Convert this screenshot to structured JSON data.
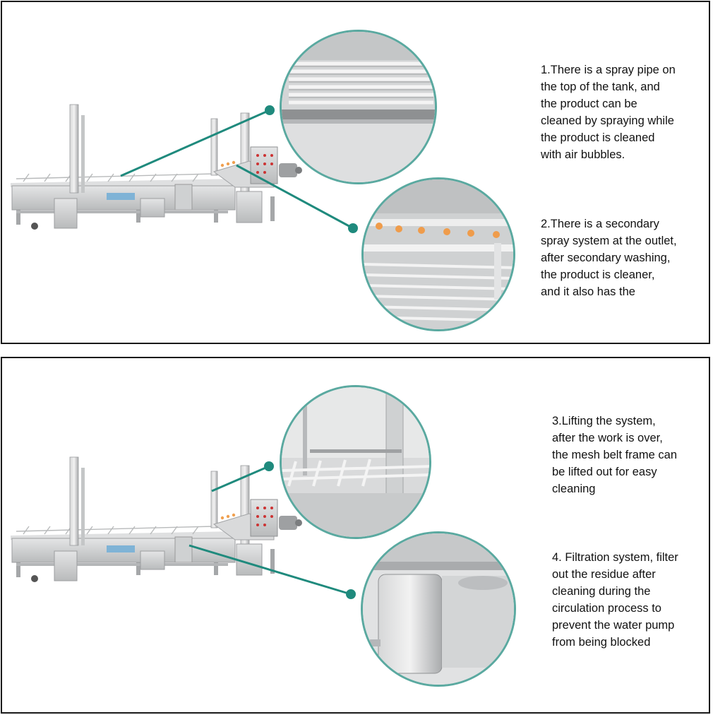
{
  "panels": [
    {
      "callouts": [
        {
          "text": "1.There is a spray pipe on\nthe top of the tank, and\nthe product can be\ncleaned by spraying while\nthe product is cleaned\nwith air bubbles.",
          "zoom_icon": "spray-pipe-closeup"
        },
        {
          "text": "2.There is a secondary\nspray system at the outlet,\nafter secondary washing,\nthe product is cleaner,\nand it also has the",
          "zoom_icon": "secondary-spray-closeup"
        }
      ]
    },
    {
      "callouts": [
        {
          "text": "3.Lifting the system,\nafter the work is over,\nthe mesh belt frame can\nbe lifted out for easy\ncleaning",
          "zoom_icon": "lifting-frame-closeup"
        },
        {
          "text": "4. Filtration system, filter\nout the residue after\ncleaning during the\ncirculation process to\nprevent the water pump\nfrom being blocked",
          "zoom_icon": "filter-closeup"
        }
      ]
    }
  ],
  "colors": {
    "callout_line": "#1f8a7d",
    "zoom_border": "#5aa9a0",
    "steel": "#c9cbcc"
  }
}
